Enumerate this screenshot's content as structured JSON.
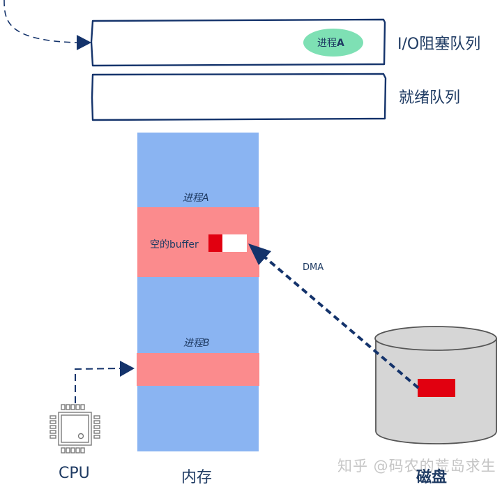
{
  "queues": {
    "io_blocked": {
      "label": "I/O阻塞队列",
      "process_badge": {
        "prefix": "进程",
        "suffix": "A"
      }
    },
    "ready": {
      "label": "就绪队列"
    }
  },
  "memory": {
    "label": "内存",
    "process_a": {
      "label": "进程A",
      "buffer_label": "空的buffer"
    },
    "process_b": {
      "label": "进程B"
    }
  },
  "cpu": {
    "label": "CPU"
  },
  "disk": {
    "label": "磁盘"
  },
  "dma": {
    "label": "DMA"
  },
  "watermark": "知乎 @码农的荒岛求生",
  "colors": {
    "stroke": "#14336b",
    "memory_blue": "#8ab4f2",
    "process_red": "#fb8b8d",
    "data_red": "#e10010",
    "badge_green": "#7ee0b4",
    "disk_gray": "#d6d6d6"
  }
}
